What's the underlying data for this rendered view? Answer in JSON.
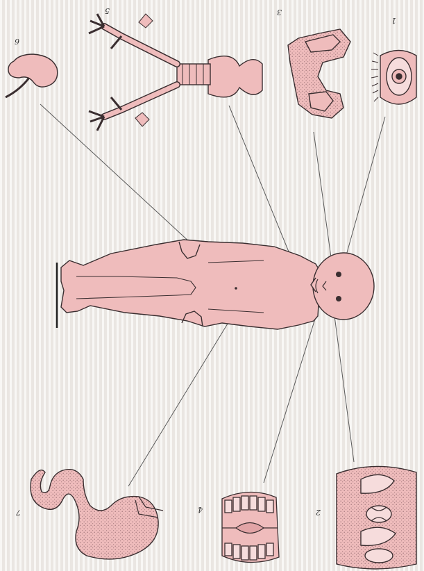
{
  "colors": {
    "skin": "#efbcbc",
    "skin_dark": "#e2a4a6",
    "outline": "#3a2e30",
    "leader_line": "#5a5a5a",
    "stipple": "#b88b8e",
    "background": "#f0ede9"
  },
  "labels": {
    "eye": "1",
    "nasal": "2",
    "ear": "3",
    "mouth": "4",
    "lungs": "5",
    "kidney": "6",
    "intestine": "7"
  }
}
